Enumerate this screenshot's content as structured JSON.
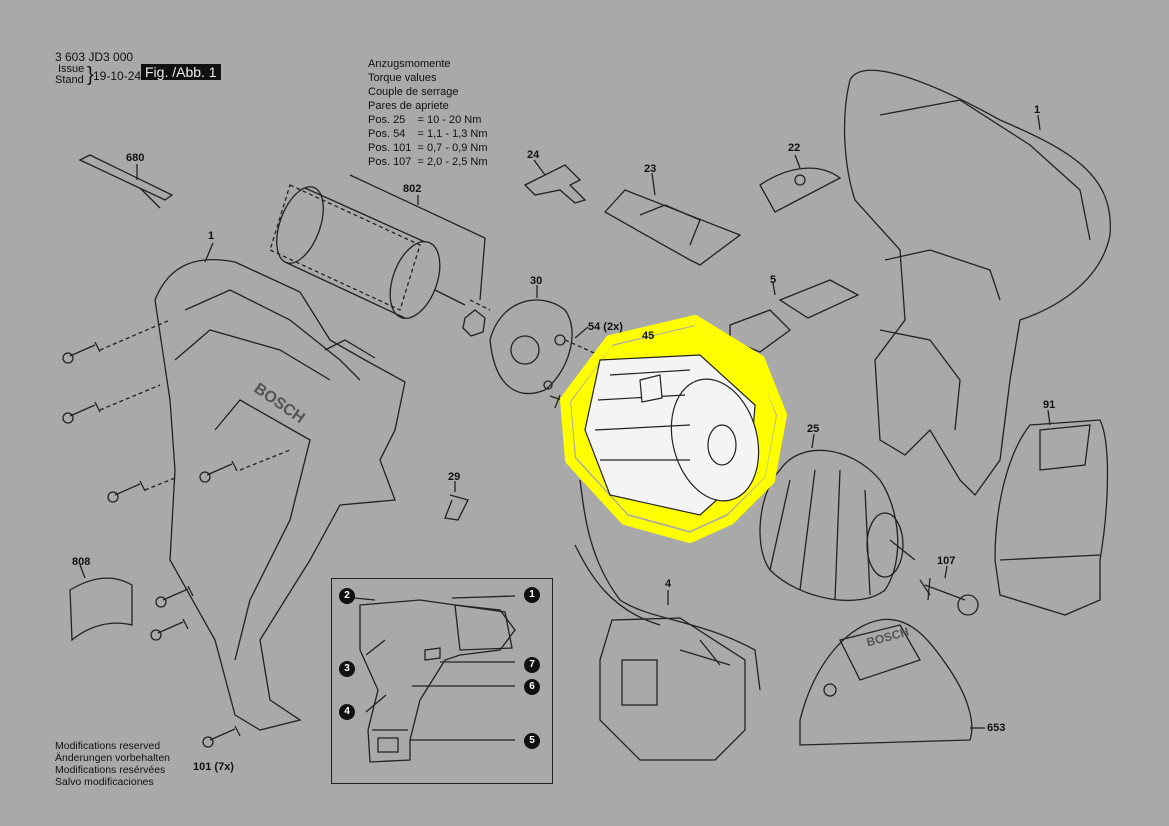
{
  "header": {
    "doc_number": "3 603 JD3 000",
    "issue_en": "Issue",
    "issue_de": "Stand",
    "date": "19-10-24",
    "figure": "Fig. /Abb. 1"
  },
  "torque": {
    "lines": [
      "Anzugsmomente",
      "Torque values",
      "Couple de serrage",
      "Pares de apriete"
    ],
    "values": [
      "Pos. 25    = 10 - 20 Nm",
      "Pos. 54    = 1,1 - 1,3 Nm",
      "Pos. 101  = 0,7 - 0,9 Nm",
      "Pos. 107  = 2,0 - 2,5 Nm"
    ]
  },
  "parts": {
    "p680": "680",
    "p802": "802",
    "p1_left": "1",
    "p24": "24",
    "p23": "23",
    "p22": "22",
    "p1_right": "1",
    "p30": "30",
    "p54": "54 (2x)",
    "p45": "45",
    "p5": "5",
    "p29": "29",
    "p25": "25",
    "p91": "91",
    "p808": "808",
    "p107": "107",
    "p4": "4",
    "p653": "653",
    "p101": "101 (7x)"
  },
  "inset": {
    "badges": [
      "1",
      "2",
      "3",
      "4",
      "5",
      "6",
      "7"
    ]
  },
  "brand": "BOSCH",
  "modifications": [
    "Modifications reserved",
    "Änderungen vorbehalten",
    "Modifications resérvées",
    "Salvo modificaciones"
  ],
  "colors": {
    "background": "#a9a9a9",
    "highlight": "#ffff00",
    "line": "#222222"
  }
}
